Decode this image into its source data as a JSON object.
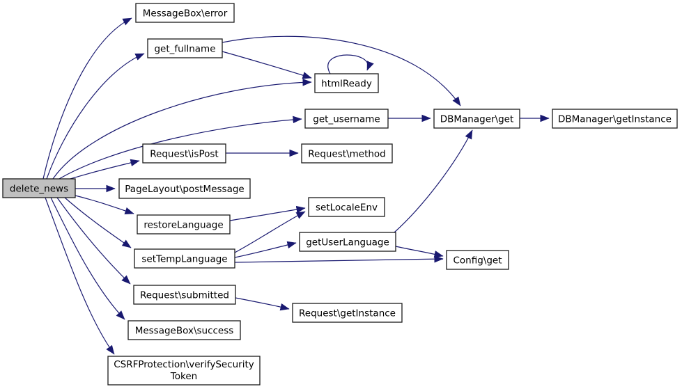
{
  "diagram": {
    "kind": "doxygen-call-graph",
    "root": "delete_news"
  },
  "colors": {
    "background": "#ffffff",
    "edge": "#191970",
    "node_fill": "#ffffff",
    "root_fill": "#c0c0c0",
    "node_border": "#1a1a1a",
    "text": "#000000"
  },
  "nodes": {
    "delete_news": {
      "label": "delete_news"
    },
    "messagebox_error": {
      "label": "MessageBox\\error"
    },
    "get_fullname": {
      "label": "get_fullname"
    },
    "htmlready": {
      "label": "htmlReady"
    },
    "get_username": {
      "label": "get_username"
    },
    "dbmanager_get": {
      "label": "DBManager\\get"
    },
    "dbmanager_getinstance": {
      "label": "DBManager\\getInstance"
    },
    "request_ispost": {
      "label": "Request\\isPost"
    },
    "request_method": {
      "label": "Request\\method"
    },
    "pagelayout_postmessage": {
      "label": "PageLayout\\postMessage"
    },
    "restorelanguage": {
      "label": "restoreLanguage"
    },
    "setlocaleenv": {
      "label": "setLocaleEnv"
    },
    "settemplanguage": {
      "label": "setTempLanguage"
    },
    "getuserlanguage": {
      "label": "getUserLanguage"
    },
    "config_get": {
      "label": "Config\\get"
    },
    "request_submitted": {
      "label": "Request\\submitted"
    },
    "request_getinstance": {
      "label": "Request\\getInstance"
    },
    "messagebox_success": {
      "label": "MessageBox\\success"
    },
    "csrfprotection_verifysecuritytoken": {
      "label": "CSRFProtection\\verifySecurityToken",
      "label_line1": "CSRFProtection\\verifySecurity",
      "label_line2": "Token"
    }
  },
  "edges": [
    {
      "from": "delete_news",
      "to": "messagebox_error"
    },
    {
      "from": "delete_news",
      "to": "get_fullname"
    },
    {
      "from": "delete_news",
      "to": "htmlready"
    },
    {
      "from": "delete_news",
      "to": "get_username"
    },
    {
      "from": "delete_news",
      "to": "request_ispost"
    },
    {
      "from": "delete_news",
      "to": "pagelayout_postmessage"
    },
    {
      "from": "delete_news",
      "to": "restorelanguage"
    },
    {
      "from": "delete_news",
      "to": "settemplanguage"
    },
    {
      "from": "delete_news",
      "to": "request_submitted"
    },
    {
      "from": "delete_news",
      "to": "messagebox_success"
    },
    {
      "from": "delete_news",
      "to": "csrfprotection_verifysecuritytoken"
    },
    {
      "from": "get_fullname",
      "to": "htmlready"
    },
    {
      "from": "get_fullname",
      "to": "dbmanager_get"
    },
    {
      "from": "htmlready",
      "to": "htmlready"
    },
    {
      "from": "get_username",
      "to": "dbmanager_get"
    },
    {
      "from": "dbmanager_get",
      "to": "dbmanager_getinstance"
    },
    {
      "from": "request_ispost",
      "to": "request_method"
    },
    {
      "from": "restorelanguage",
      "to": "setlocaleenv"
    },
    {
      "from": "settemplanguage",
      "to": "setlocaleenv"
    },
    {
      "from": "settemplanguage",
      "to": "getuserlanguage"
    },
    {
      "from": "settemplanguage",
      "to": "config_get"
    },
    {
      "from": "getuserlanguage",
      "to": "dbmanager_get"
    },
    {
      "from": "getuserlanguage",
      "to": "config_get"
    },
    {
      "from": "request_submitted",
      "to": "request_getinstance"
    }
  ]
}
